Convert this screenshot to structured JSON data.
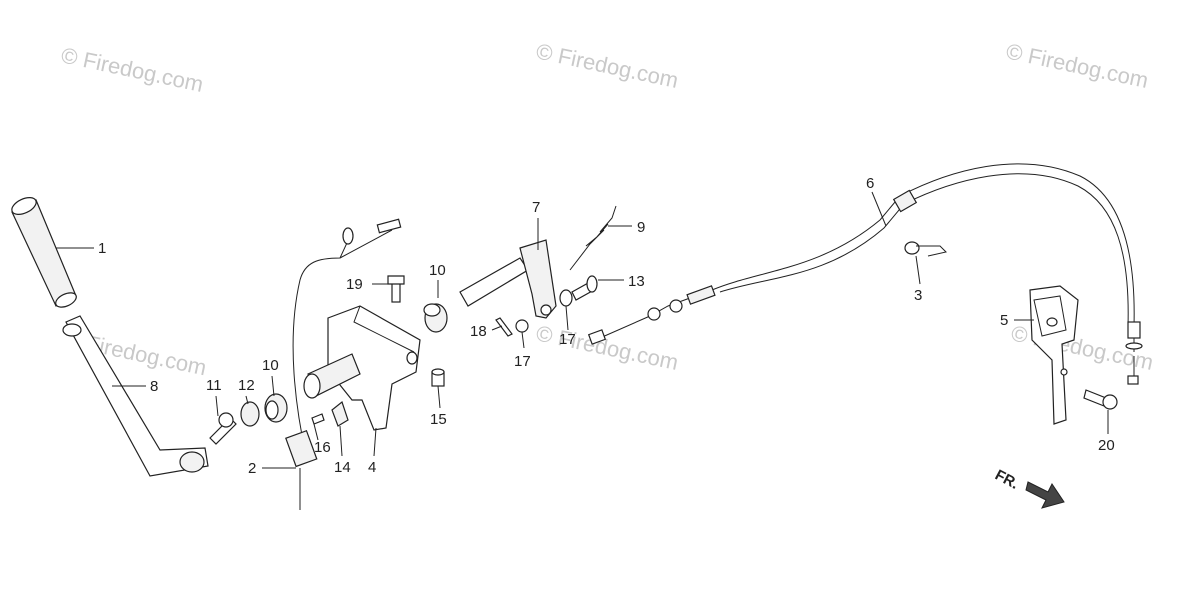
{
  "watermarks": [
    "© Firedog.com",
    "© Firedog.com",
    "© Firedog.com",
    "Firedog.com",
    "© Firedog.com",
    "© Firedog.com"
  ],
  "callouts": [
    "1",
    "2",
    "3",
    "4",
    "5",
    "6",
    "7",
    "8",
    "9",
    "10",
    "10",
    "11",
    "12",
    "13",
    "14",
    "15",
    "16",
    "17",
    "17",
    "18",
    "19",
    "20"
  ],
  "direction_label": "FR."
}
